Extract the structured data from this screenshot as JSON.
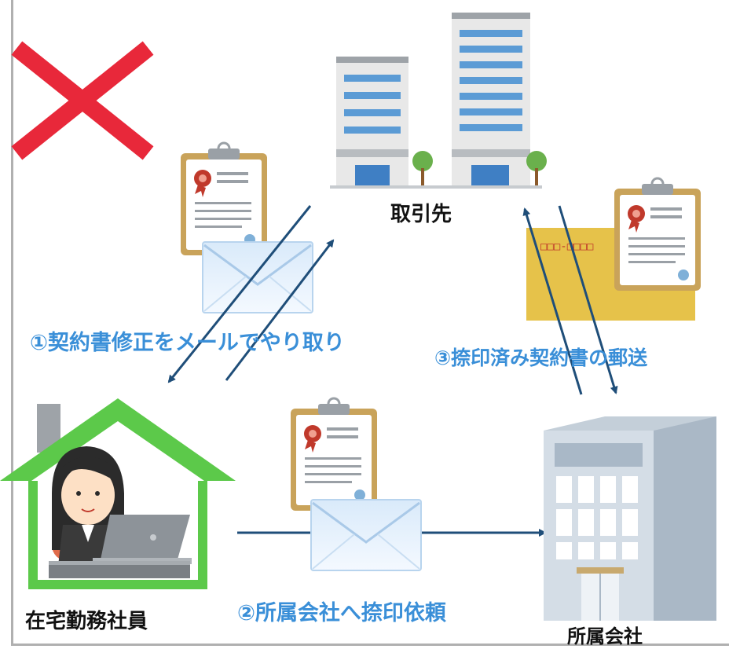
{
  "labels": {
    "partner": "取引先",
    "employee": "在宅勤務社員",
    "company": "所属会社",
    "step1": "①契約書修正をメールでやり取り",
    "step2": "②所属会社へ捺印依頼",
    "step3": "③捺印済み契約書の郵送"
  },
  "envelope_postal_code": "□□□-□□□□",
  "status_mark": "cross-mark",
  "colors": {
    "label_blue": "#3a8fd8",
    "arrow": "#1f4e79",
    "cross": "#e8283a",
    "house": "#5cc94a",
    "envelope_yellow": "#e6c24a"
  }
}
